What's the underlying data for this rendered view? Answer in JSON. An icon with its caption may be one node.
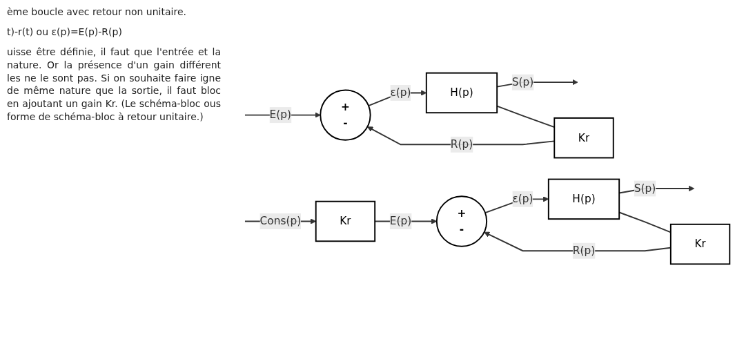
{
  "diagram": {
    "nodes": [
      {
        "text": [
          "+",
          "-"
        ]
      },
      {
        "text": [
          "H(p)"
        ]
      },
      {
        "text": [
          "Kr"
        ]
      },
      {
        "text": [
          "Kr"
        ]
      },
      {
        "text": [
          "+",
          "-"
        ]
      },
      {
        "text": [
          "H(p)"
        ]
      },
      {
        "text": [
          "Kr"
        ]
      }
    ],
    "edges": [
      {
        "from": null,
        "to": 0,
        "label": "E(p)",
        "arrow": "to"
      },
      {
        "from": 0,
        "to": 1,
        "label": "ε(p)",
        "arrow": "to"
      },
      {
        "from": 1,
        "to": null,
        "label": "S(p)",
        "arrow": "to"
      },
      {
        "from": 1,
        "to": 2,
        "arrow": "none"
      },
      {
        "from": 2,
        "to": 0,
        "label": "R(p)",
        "arrow": "to"
      },
      {
        "from": null,
        "to": 3,
        "label": "Cons(p)",
        "arrow": "to"
      },
      {
        "from": 3,
        "to": 4,
        "label": "E(p)",
        "arrow": "to"
      },
      {
        "from": 4,
        "to": 5,
        "label": "ε(p)",
        "arrow": "to"
      },
      {
        "from": 5,
        "to": null,
        "label": "S(p)",
        "arrow": "to"
      },
      {
        "from": 5,
        "to": 6,
        "arrow": "none"
      },
      {
        "from": 6,
        "to": 4,
        "label": "R(p)",
        "arrow": "to"
      }
    ],
    "labels": [
      "ème boucle avec retour non unitaire.",
      "t)-r(t) ou ε(p)=E(p)-R(p)",
      "uisse être définie, il faut que l'entrée et la nature. Or la présence d'un gain différent les ne le sont pas. Si on souhaite faire igne de même nature que la sortie, il faut bloc en ajoutant un gain Kr. (Le schéma-bloc ous forme de schéma-bloc à retour unitaire.)"
    ]
  }
}
